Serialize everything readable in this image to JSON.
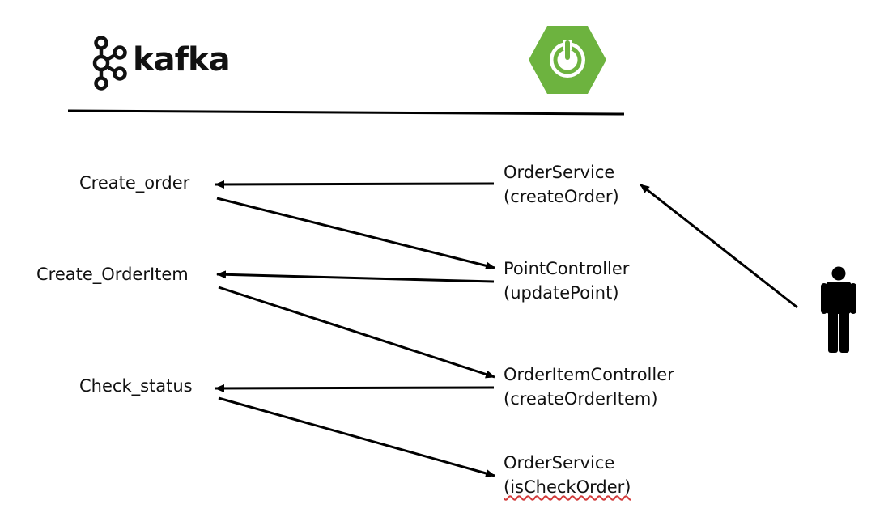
{
  "logos": {
    "kafka": {
      "text": "kafka",
      "icon": "kafka-logo-icon",
      "color": "#111111"
    },
    "spring": {
      "icon": "spring-power-icon",
      "color": "#6db33f"
    }
  },
  "topics": [
    {
      "label": "Create_order"
    },
    {
      "label": "Create_OrderItem"
    },
    {
      "label": "Check_status"
    }
  ],
  "services": [
    {
      "name": "OrderService",
      "method": "(createOrder)"
    },
    {
      "name": "PointController",
      "method": "(updatePoint)"
    },
    {
      "name": "OrderItemController",
      "method": "(createOrderItem)"
    },
    {
      "name": "OrderService",
      "method": "(isCheckOrder)"
    }
  ],
  "actor": {
    "icon": "user-figure-icon"
  },
  "colors": {
    "line": "#000000",
    "text": "#111111",
    "spring_green": "#6db33f"
  }
}
